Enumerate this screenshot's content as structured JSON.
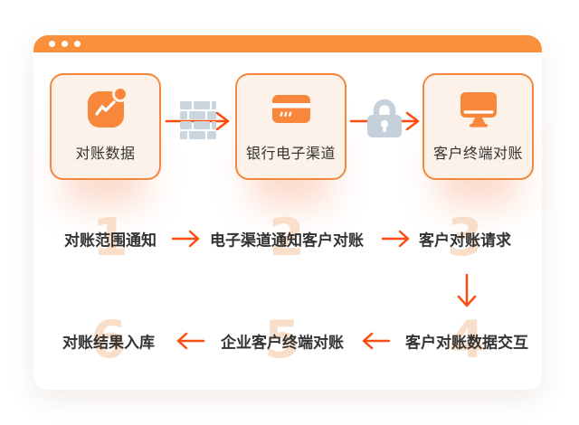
{
  "window": {
    "type": "browser-mock",
    "control_dots": 3
  },
  "colors": {
    "titlebar": "#F9913C",
    "box_border": "#F2873D",
    "box_background": "#FCF2E9",
    "icon_orange": "#F8873B",
    "arrow": "#FB4D10",
    "gray_icon": "#C8D2DC",
    "step_number": "#F9DFC9",
    "text": "#333333"
  },
  "flow": {
    "boxes": [
      {
        "label": "对账数据",
        "icon": "trend-chart-icon"
      },
      {
        "label": "银行电子渠道",
        "icon": "bank-card-icon"
      },
      {
        "label": "客户终端对账",
        "icon": "monitor-icon"
      }
    ],
    "connectors": [
      {
        "icon": "firewall-icon"
      },
      {
        "icon": "padlock-icon"
      }
    ]
  },
  "steps": [
    {
      "number": "1",
      "label": "对账范围通知"
    },
    {
      "number": "2",
      "label": "电子渠道通知客户对账"
    },
    {
      "number": "3",
      "label": "客户对账请求"
    },
    {
      "number": "4",
      "label": "客户对账数据交互"
    },
    {
      "number": "5",
      "label": "企业客户终端对账"
    },
    {
      "number": "6",
      "label": "对账结果入库"
    }
  ]
}
